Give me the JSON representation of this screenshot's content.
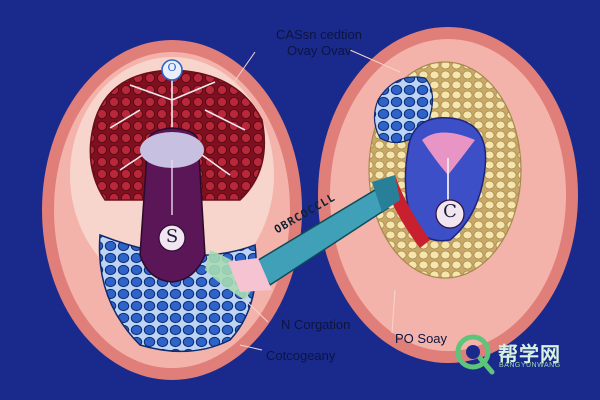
{
  "labels": {
    "top_line1": "CASsn cedtion",
    "top_line2": "Ovay Ovav",
    "n_corgation": "N Corgation",
    "cotogeany": "Cotcogeany",
    "pos_oay": "PO Soay",
    "tube_text": "OBRCOCCLL",
    "left_circle": "S",
    "right_circle": "C",
    "top_marker": "O"
  },
  "watermark": {
    "chinese": "帮学网",
    "subtitle": "BANGYUNWANG"
  },
  "colors": {
    "background": "#1a2a8c",
    "tissue_outer": "#f0a8a0",
    "tissue_inner": "#f7c9c0",
    "blood_red": "#9b1b2a",
    "blue_cells": "#2e63c9",
    "yellow_cells": "#f3e0a0",
    "tube": "#3fa0b8"
  }
}
